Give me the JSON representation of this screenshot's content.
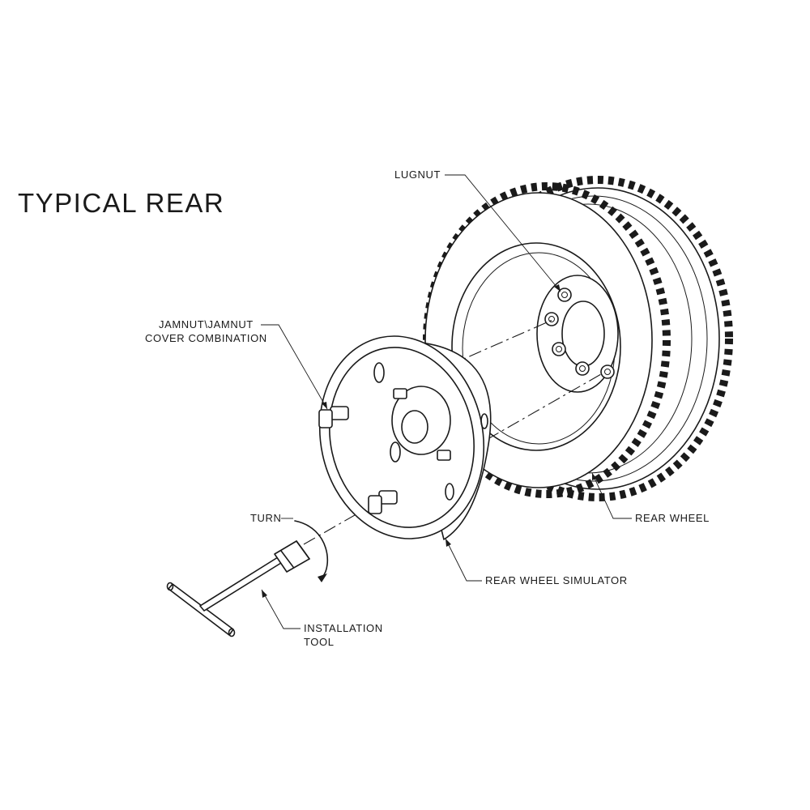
{
  "title": "TYPICAL REAR",
  "labels": {
    "lugnut": "LUGNUT",
    "jamnut_line1": "JAMNUT\\JAMNUT",
    "jamnut_line2": "COVER COMBINATION",
    "turn": "TURN",
    "rear_wheel": "REAR WHEEL",
    "rear_wheel_simulator": "REAR WHEEL SIMULATOR",
    "installation_tool_line1": "INSTALLATION",
    "installation_tool_line2": "TOOL"
  },
  "colors": {
    "ink": "#1a1a1a",
    "background": "#ffffff"
  },
  "icons": {
    "turn_arrow": "curved-rotation-arrow-icon"
  }
}
